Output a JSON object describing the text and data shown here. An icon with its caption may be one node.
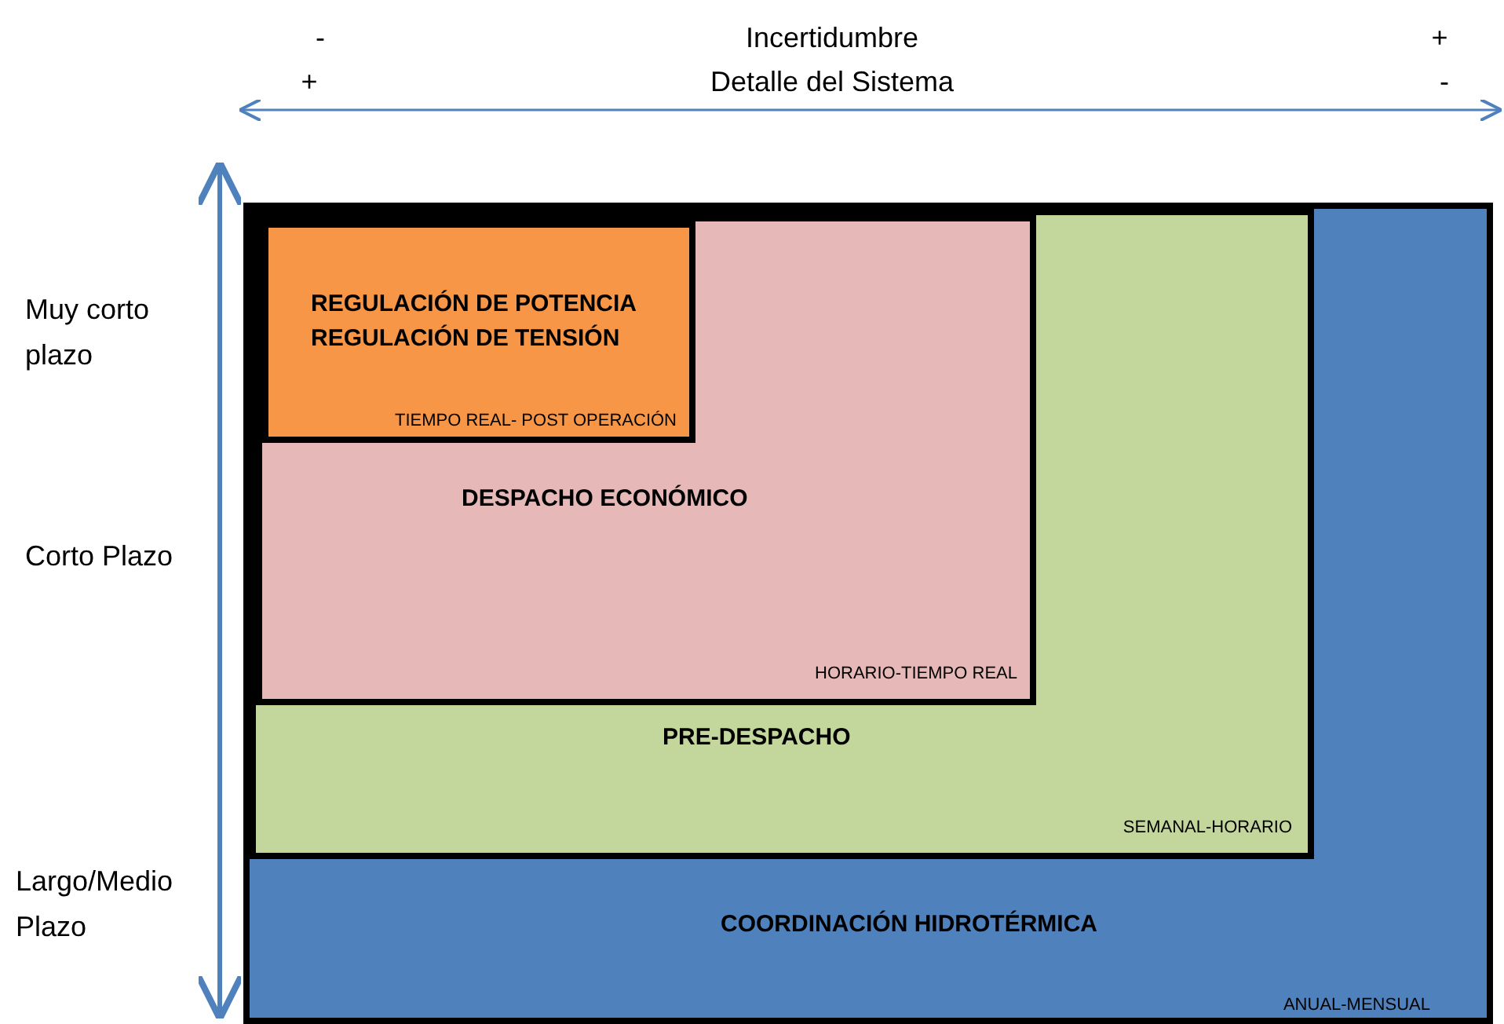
{
  "diagram": {
    "nodes": [
      {
        "text": [
          "COORDINACIÓN HIDROTÉRMICA",
          "ANUAL-MENSUAL"
        ]
      },
      {
        "text": [
          "PRE-DESPACHO",
          "SEMANAL-HORARIO"
        ],
        "in": 0
      },
      {
        "text": [
          "DESPACHO ECONÓMICO",
          "HORARIO-TIEMPO REAL"
        ],
        "in": 1
      },
      {
        "text": [
          "REGULACIÓN DE POTENCIA",
          "REGULACIÓN DE TENSIÓN",
          "TIEMPO REAL- POST OPERACIÓN"
        ],
        "in": 2
      }
    ],
    "labels": [
      "-",
      "Incertidumbre",
      "+",
      "+",
      "Detalle del Sistema",
      "-",
      "Muy corto plazo",
      "Corto Plazo",
      "Largo/Medio Plazo"
    ]
  }
}
